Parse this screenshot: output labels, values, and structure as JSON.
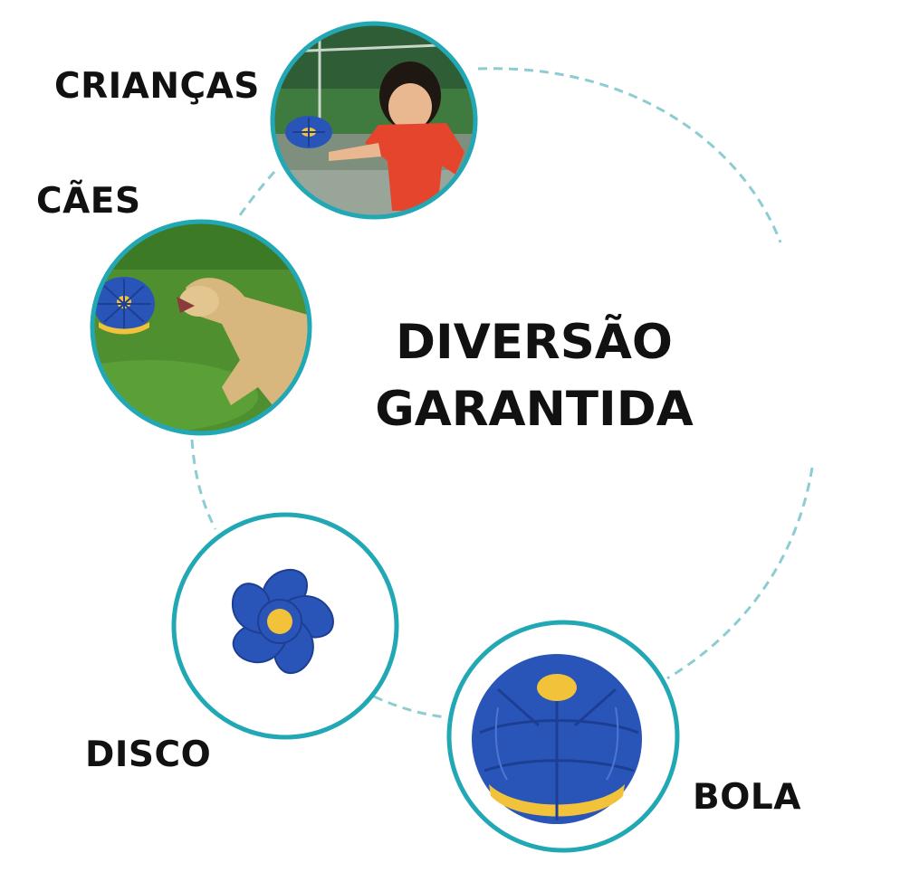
{
  "headline": {
    "line1": "DIVERSÃO",
    "line2": "GARANTIDA"
  },
  "items": {
    "kids": {
      "label": "CRIANÇAS"
    },
    "dogs": {
      "label": "CÃES"
    },
    "disc": {
      "label": "DISCO"
    },
    "ball": {
      "label": "BOLA"
    }
  },
  "colors": {
    "ring_teal": "#22a8b5",
    "dash_teal": "#8ccdd3",
    "toy_blue": "#2a55b8",
    "toy_blue_dark": "#1d3f93",
    "toy_yellow": "#f2c33a",
    "grass_green": "#4f8f2f",
    "shirt_red": "#e5452d",
    "text": "#111111"
  }
}
